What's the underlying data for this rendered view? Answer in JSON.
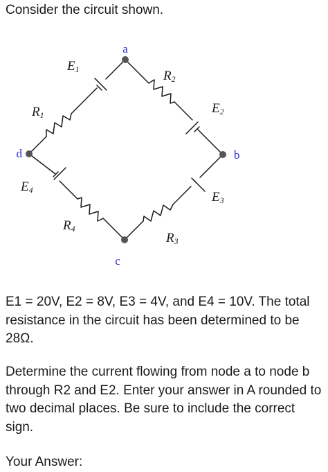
{
  "heading": "Consider the circuit shown.",
  "circuit": {
    "nodes": {
      "a": "a",
      "b": "b",
      "c": "c",
      "d": "d"
    },
    "components": {
      "E1": {
        "letter": "E",
        "sub": "1"
      },
      "E2": {
        "letter": "E",
        "sub": "2"
      },
      "E3": {
        "letter": "E",
        "sub": "3"
      },
      "E4": {
        "letter": "E",
        "sub": "4"
      },
      "R1": {
        "letter": "R",
        "sub": "1"
      },
      "R2": {
        "letter": "R",
        "sub": "2"
      },
      "R3": {
        "letter": "R",
        "sub": "3"
      },
      "R4": {
        "letter": "R",
        "sub": "4"
      }
    },
    "colors": {
      "wire": "#1a1a1a",
      "node_fill": "#555555",
      "node_label": "#2b2bd6"
    }
  },
  "problem": {
    "given": "E1 = 20V, E2 = 8V, E3 = 4V, and E4 = 10V. The total resistance in the circuit has been determined to be 28Ω.",
    "question": "Determine the current flowing from node a to node b through R2 and E2. Enter your answer in A rounded to two decimal places. Be sure to include the correct sign."
  },
  "answer": {
    "label": "Your Answer:"
  }
}
